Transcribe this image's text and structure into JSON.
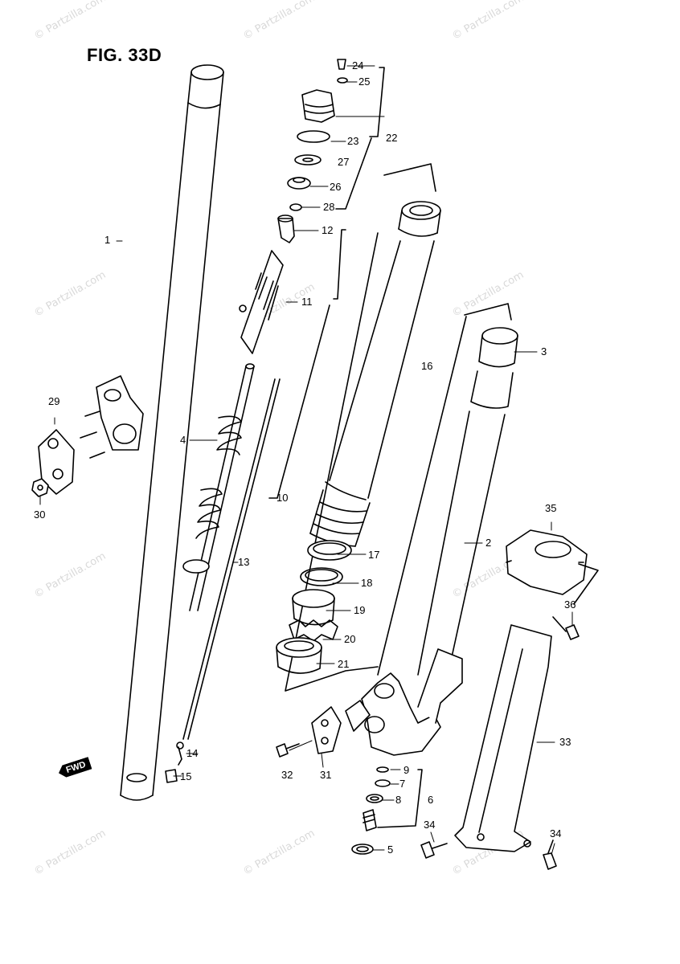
{
  "figure": {
    "title": "FIG. 33D"
  },
  "watermark": {
    "text": "© Partzilla.com"
  },
  "forward_mark": {
    "text": "FWD"
  },
  "callouts": [
    "1",
    "2",
    "3",
    "4",
    "5",
    "6",
    "7",
    "8",
    "9",
    "10",
    "11",
    "12",
    "13",
    "14",
    "15",
    "16",
    "17",
    "18",
    "19",
    "20",
    "21",
    "22",
    "23",
    "24",
    "25",
    "26",
    "27",
    "28",
    "29",
    "30",
    "31",
    "32",
    "33",
    "34",
    "34",
    "35",
    "36"
  ],
  "colors": {
    "ink": "#000000",
    "watermark": "#d9d9d9",
    "paper": "#ffffff"
  }
}
